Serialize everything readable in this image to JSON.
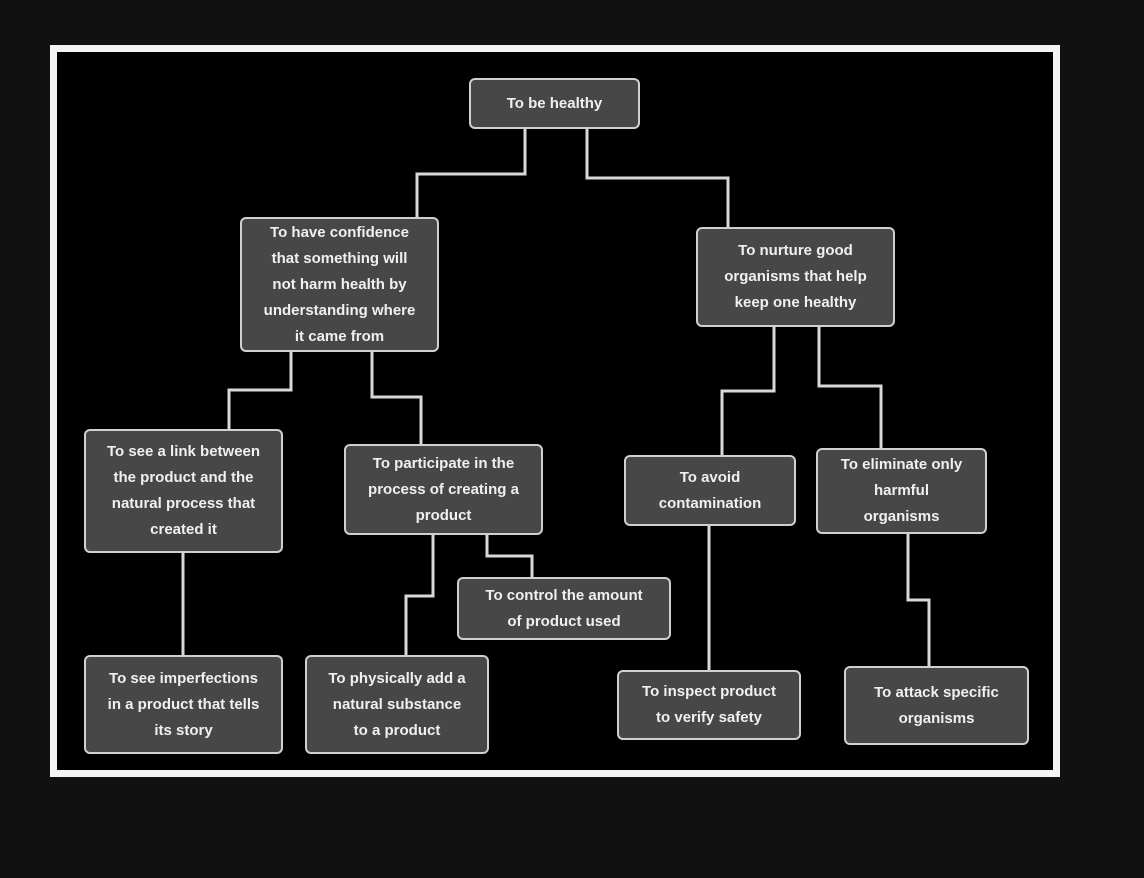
{
  "diagram": {
    "nodes": [
      {
        "id": "root",
        "text": "To be healthy"
      },
      {
        "id": "confidence",
        "text": "To have confidence\nthat something will\nnot harm health by\nunderstanding where\nit came from"
      },
      {
        "id": "nurture",
        "text": "To nurture good\norganisms that help\nkeep one healthy"
      },
      {
        "id": "see-link",
        "text": "To see a link between\nthe product and the\nnatural process that\ncreated it"
      },
      {
        "id": "participate",
        "text": "To participate in the\nprocess of creating a\nproduct"
      },
      {
        "id": "avoid",
        "text": "To avoid\ncontamination"
      },
      {
        "id": "eliminate",
        "text": "To eliminate only\nharmful\norganisms"
      },
      {
        "id": "control",
        "text": "To control the amount\nof product used"
      },
      {
        "id": "imperfections",
        "text": "To see imperfections\nin a product that tells\nits story"
      },
      {
        "id": "physically",
        "text": "To physically add a\nnatural substance\nto a product"
      },
      {
        "id": "inspect",
        "text": "To inspect product\nto verify safety"
      },
      {
        "id": "attack",
        "text": "To attack specific\norganisms"
      }
    ],
    "edges": [
      [
        "root",
        "confidence"
      ],
      [
        "root",
        "nurture"
      ],
      [
        "confidence",
        "see-link"
      ],
      [
        "confidence",
        "participate"
      ],
      [
        "nurture",
        "avoid"
      ],
      [
        "nurture",
        "eliminate"
      ],
      [
        "see-link",
        "imperfections"
      ],
      [
        "participate",
        "physically"
      ],
      [
        "participate",
        "control"
      ],
      [
        "avoid",
        "inspect"
      ],
      [
        "eliminate",
        "attack"
      ]
    ]
  }
}
